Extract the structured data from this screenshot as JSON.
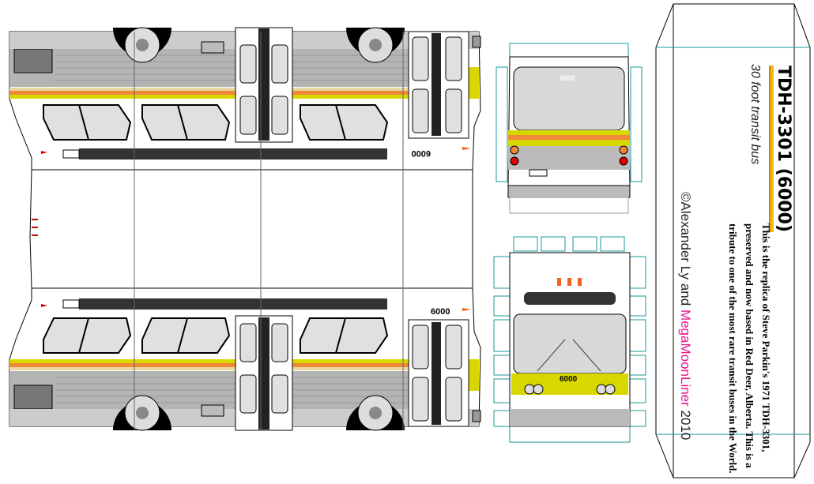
{
  "bus": {
    "number": "6000",
    "colors": {
      "stripe_yellow": "#d8d800",
      "stripe_orange": "#f0883a",
      "body_gray": "#b4b4b4",
      "window_gray": "#d8d8d8",
      "tab_teal": "#1a9a9a"
    }
  },
  "label": {
    "title": "TDH-3301 (6000)",
    "subtitle": "30 foot transit bus",
    "description": "This is the replica of Steve Parkin's 1971 TDH-3301, preserved and now based in Red Deer, Alberta. This is a tribute to one of the most rare transit buses in the World.",
    "credit_prefix": "©Alexander Ly and ",
    "credit_brand": "MegaMoonLiner",
    "credit_year": "2010"
  }
}
